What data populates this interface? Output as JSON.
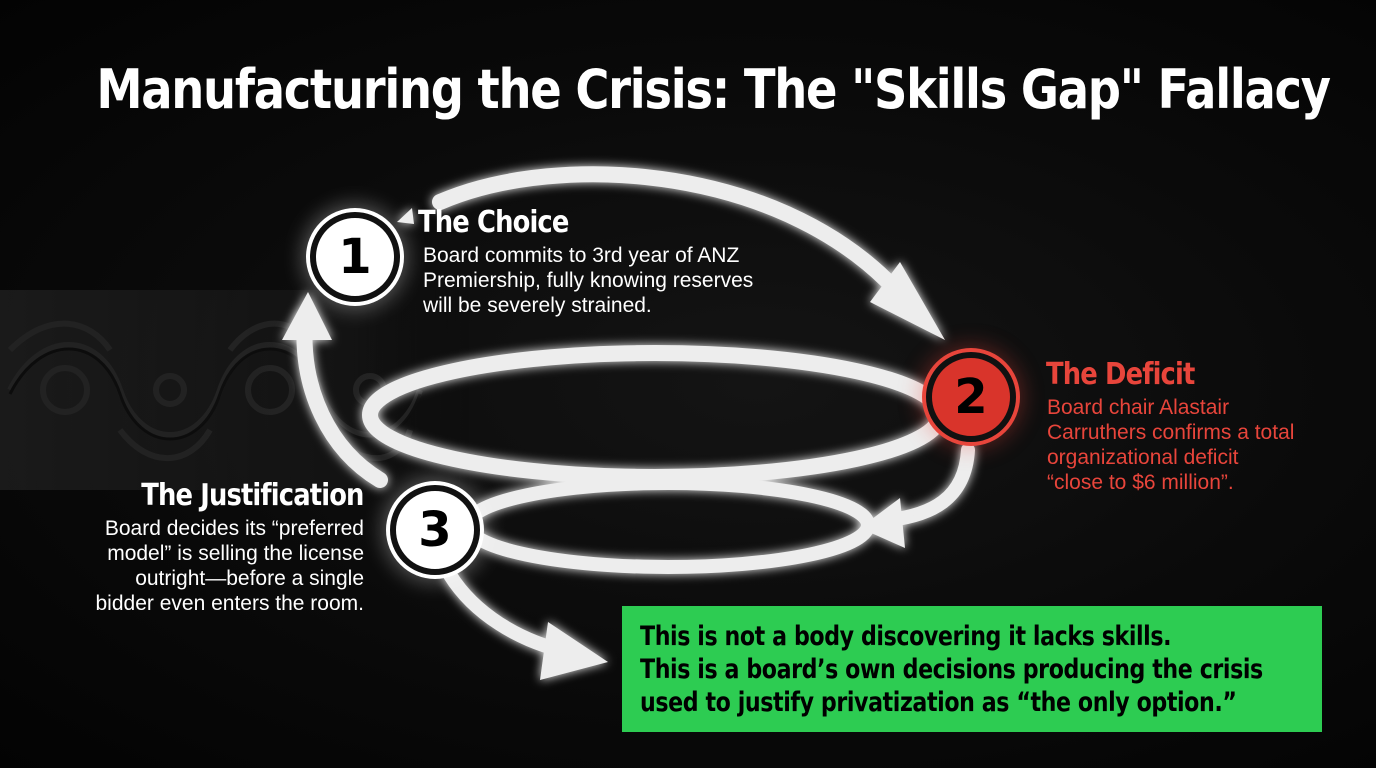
{
  "title": "Manufacturing the Crisis: The \"Skills Gap\" Fallacy",
  "colors": {
    "background": "#050505",
    "arrows": "#ededed",
    "accent_red": "#e8453b",
    "callout_green": "#2dcc52"
  },
  "steps": [
    {
      "number": "1",
      "title": "The Choice",
      "description": [
        "Board commits to 3rd year of ANZ",
        "Premiership, fully knowing reserves",
        "will be severely strained."
      ]
    },
    {
      "number": "2",
      "title": "The Deficit",
      "description": [
        "Board chair Alastair",
        "Carruthers confirms a total",
        "organizational deficit",
        "“close to $6 million”."
      ]
    },
    {
      "number": "3",
      "title": "The Justification",
      "description": [
        "Board decides its “preferred",
        "model” is selling the license",
        "outright—before a single",
        "bidder even enters the room."
      ]
    }
  ],
  "callout": {
    "lines": [
      "This is not a body discovering it lacks skills.",
      "This is a board’s own decisions producing the crisis",
      "used to justify privatization as “the only option.”"
    ]
  }
}
